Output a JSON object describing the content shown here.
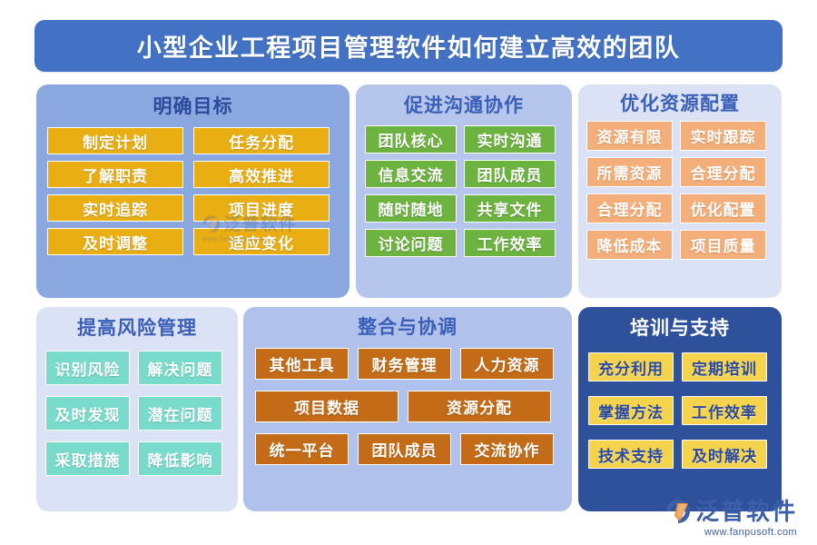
{
  "header": {
    "title": "小型企业工程项目管理软件如何建立高效的团队",
    "bg_color": "#4372C4",
    "text_color": "#FFFFFF"
  },
  "panels": [
    {
      "id": "goals",
      "title": "明确目标",
      "panel_color": "#8AA7E0",
      "chip_color": "#E9AE12",
      "chip_text_color": "#FFFFFF",
      "title_color": "#2B4A9B",
      "items": [
        "制定计划",
        "任务分配",
        "了解职责",
        "高效推进",
        "实时追踪",
        "项目进度",
        "及时调整",
        "适应变化"
      ]
    },
    {
      "id": "communication",
      "title": "促进沟通协作",
      "panel_color": "#B6C5EC",
      "chip_color": "#6DB33F",
      "chip_text_color": "#FFFFFF",
      "title_color": "#3A5FB8",
      "items": [
        "团队核心",
        "实时沟通",
        "信息交流",
        "团队成员",
        "随时随地",
        "共享文件",
        "讨论问题",
        "工作效率"
      ]
    },
    {
      "id": "resource",
      "title": "优化资源配置",
      "panel_color": "#DCE2F5",
      "chip_color": "#F4AE79",
      "chip_text_color": "#FFFFFF",
      "title_color": "#3A5FB8",
      "items": [
        "资源有限",
        "实时跟踪",
        "所需资源",
        "合理分配",
        "合理分配",
        "优化配置",
        "降低成本",
        "项目质量"
      ]
    },
    {
      "id": "risk",
      "title": "提高风险管理",
      "panel_color": "#DCE2F5",
      "chip_color": "#78DBCB",
      "chip_text_color": "#FFFFFF",
      "title_color": "#3A5FB8",
      "items": [
        "识别风险",
        "解决问题",
        "及时发现",
        "潜在问题",
        "采取措施",
        "降低影响"
      ]
    },
    {
      "id": "integration",
      "title": "整合与协调",
      "panel_color": "#B0C2EC",
      "chip_color": "#C36B16",
      "chip_text_color": "#FFFFFF",
      "title_color": "#3A5FB8",
      "items": [
        "其他工具",
        "财务管理",
        "人力资源",
        "项目数据",
        "资源分配",
        "统一平台",
        "团队成员",
        "交流协作"
      ]
    },
    {
      "id": "training",
      "title": "培训与支持",
      "panel_color": "#2F519B",
      "chip_color": "#F6D34D",
      "chip_text_color": "#2B4A9B",
      "title_color": "#FFFFFF",
      "items": [
        "充分利用",
        "定期培训",
        "掌握方法",
        "工作效率",
        "技术支持",
        "及时解决"
      ]
    }
  ],
  "watermark": {
    "brand": "泛普软件",
    "url": "www.fanpusoft.com",
    "color": "#3B5FA8"
  }
}
